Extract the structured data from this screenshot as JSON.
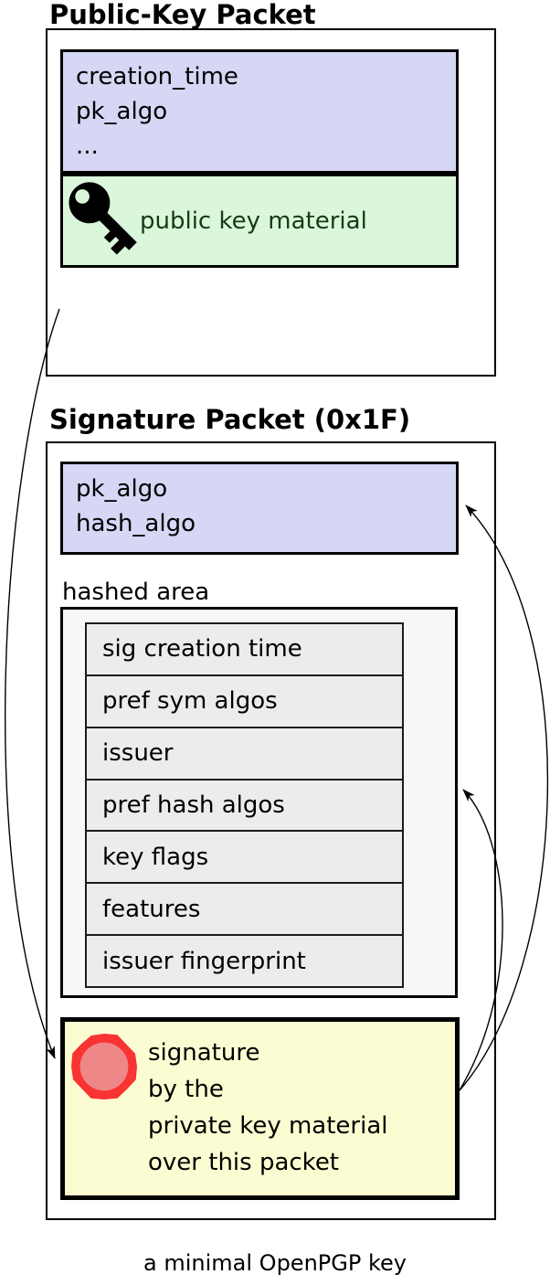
{
  "colors": {
    "lavender": "#d6d6f5",
    "green": "#dbf7db",
    "green_text": "#143c14",
    "gray_area": "#f7f7f7",
    "gray_row": "#ececec",
    "yellow": "#fcfcd2",
    "seal_ring": "#f93232",
    "seal_fill": "#ee8787",
    "line": "#000000"
  },
  "public_key_packet": {
    "title": "Public-Key Packet",
    "header_fields": [
      "creation_time",
      "pk_algo",
      "..."
    ],
    "key_material": {
      "icon": "key-icon",
      "label": "public key material"
    }
  },
  "signature_packet": {
    "title": "Signature Packet (0x1F)",
    "header_fields": [
      "pk_algo",
      "hash_algo"
    ],
    "hashed_area": {
      "label": "hashed area",
      "rows": [
        "sig creation time",
        "pref sym algos",
        "issuer",
        "pref hash algos",
        "key flags",
        "features",
        "issuer fingerprint"
      ]
    },
    "signature": {
      "icon": "seal-icon",
      "lines": [
        "signature",
        "by the",
        "private key material",
        "over this packet"
      ]
    }
  },
  "caption": "a minimal OpenPGP key"
}
